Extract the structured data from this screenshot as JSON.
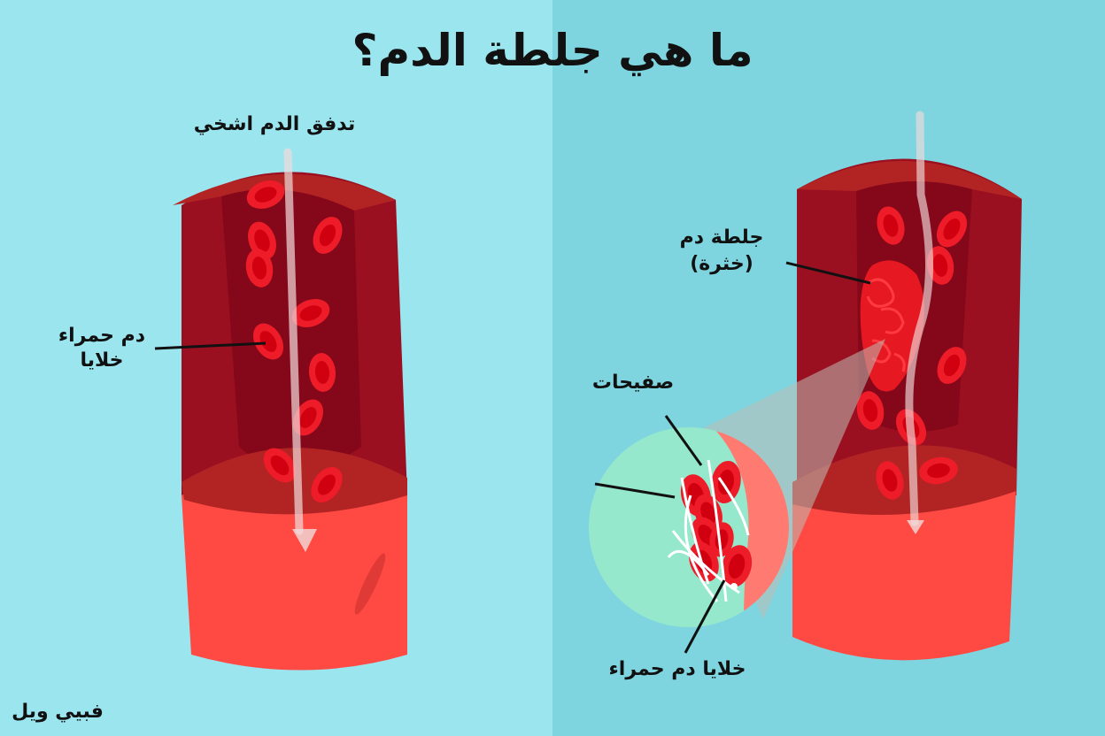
{
  "title": "ما هي جلطة الدم؟",
  "left_panel": {
    "flow_label": "تدفق الدم اشخي",
    "rbc_label_line1": "دم حمراء",
    "rbc_label_line2": "خلايا"
  },
  "right_panel": {
    "clot_label_line1": "جلطة دم",
    "clot_label_line2": "(خثرة)",
    "platelets_label": "صفيحات",
    "rbc_label": "خلايا دم حمراء"
  },
  "credit": "فبيي ويل",
  "colors": {
    "bg_left": "#9be5ef",
    "bg_right": "#7fd5df",
    "vessel_outer": "#b22424",
    "vessel_wall": "#9a1020",
    "vessel_lumen": "#85081a",
    "vessel_bottom": "#ff4a44",
    "rbc": "#ee1c28",
    "rbc_center": "#d00010",
    "zoom_circle": "#95e8cc",
    "zoom_circle_red": "#ff7a70"
  }
}
